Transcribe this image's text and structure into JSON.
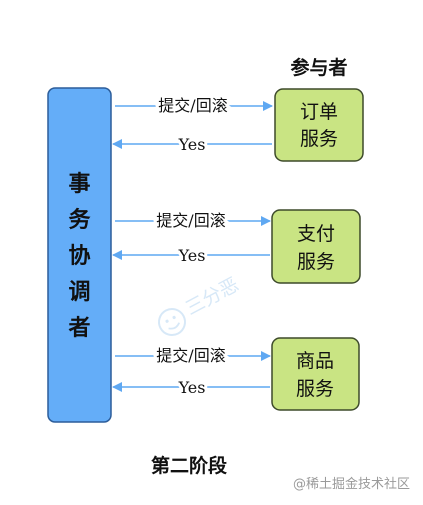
{
  "participants_title": "参与者",
  "coordinator": {
    "label": "事务协调者",
    "fill": "#64adf8",
    "stroke": "#2c5d9a"
  },
  "services": [
    {
      "line1": "订单",
      "line2": "服务",
      "request": "提交/回滚",
      "reply": "Yes"
    },
    {
      "line1": "支付",
      "line2": "服务",
      "request": "提交/回滚",
      "reply": "Yes"
    },
    {
      "line1": "商品",
      "line2": "服务",
      "request": "提交/回滚",
      "reply": "Yes"
    }
  ],
  "service_style": {
    "fill": "#c9e483",
    "stroke": "#3d4a2a"
  },
  "arrow_color": "#5fa8f2",
  "caption": "第二阶段",
  "watermark_center": "三分恶",
  "watermark_corner": "@稀土掘金技术社区"
}
